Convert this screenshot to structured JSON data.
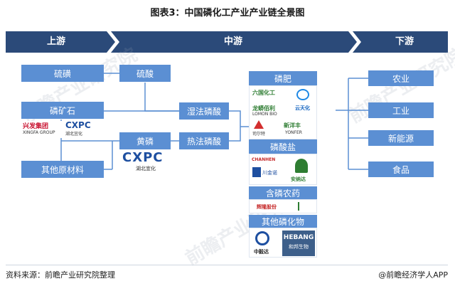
{
  "title": "图表3：中国磷化工产业产业链全景图",
  "header": {
    "upstream": "上游",
    "midstream": "中游",
    "downstream": "下游"
  },
  "upstream": {
    "sulfur_iron": "硫磺",
    "phosphate_rock": "磷矿石",
    "other_materials": "其他原材料",
    "logos": {
      "xingfa": "兴发集团",
      "xingfa_en": "XINGFA GROUP",
      "cxpc": "CXPC",
      "cxpc_cn": "湖北宜化"
    }
  },
  "midstream": {
    "sulfuric_acid": "硫酸",
    "yellow_phosphorus": "黄磷",
    "wet_phosphoric": "湿法磷酸",
    "thermal_phosphoric": "热法磷酸",
    "cxpc_big": "CXPC",
    "cxpc_big_cn": "湖北宜化"
  },
  "products": {
    "fertilizer": "磷肥",
    "phosphate_salt": "磷酸盐",
    "pesticide": "含磷农药",
    "other_compounds": "其他磷化物",
    "logos": {
      "liuguo": "六国化工",
      "lomon": "LOMON BIO",
      "lomon_cn": "龙蟒佰利",
      "yuntianhua": "云天化",
      "sierte": "司尔特",
      "yonfer": "YONFER",
      "xinyangfeng": "新洋丰",
      "chanhen": "CHANHEN",
      "chuanjinnuo": "川金诺",
      "annada": "安纳达",
      "huilong": "辉隆股份",
      "zhongqi": "中毅达",
      "hebang": "HEBANG",
      "hebang_cn": "和邦生物"
    }
  },
  "downstream": {
    "agriculture": "农业",
    "industry": "工业",
    "new_energy": "新能源",
    "food": "食品"
  },
  "footer": {
    "source": "资料来源：前瞻产业研究院整理",
    "brand": "@前瞻经济学人APP"
  },
  "colors": {
    "header_bar": "#2b4a79",
    "box": "#5b8fd3",
    "line": "#5b8fd3"
  }
}
